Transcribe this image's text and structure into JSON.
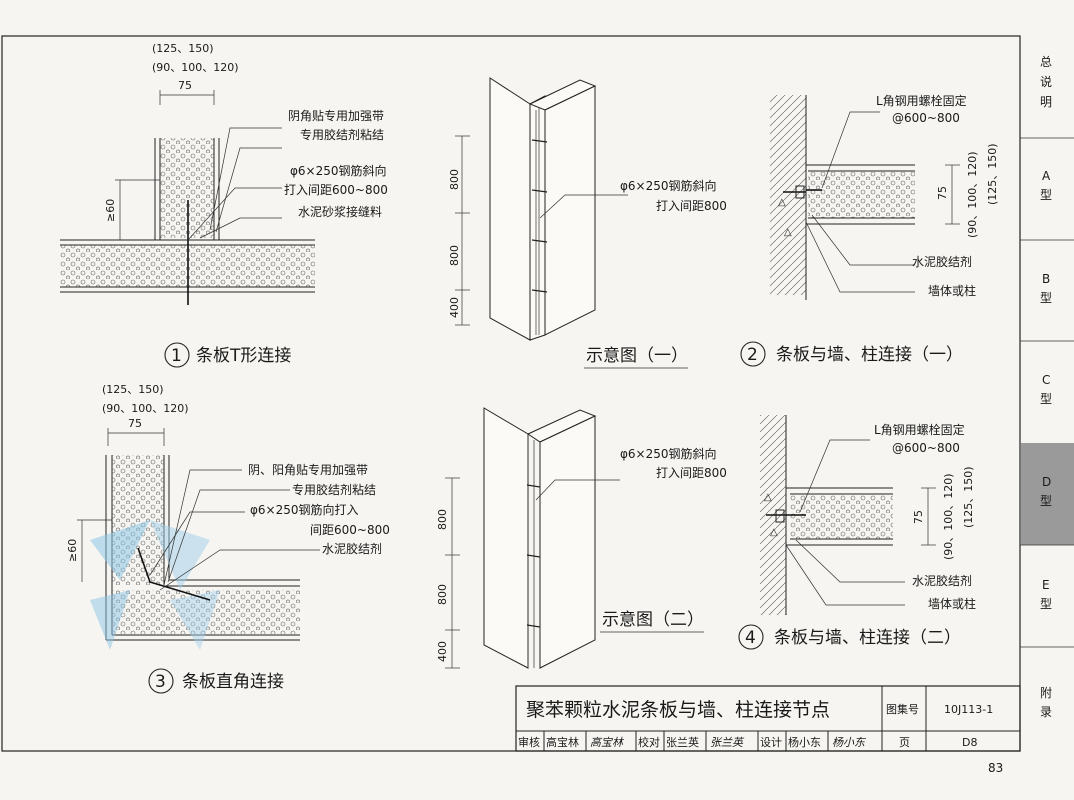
{
  "header_dims_top": {
    "d1": "(125、150)",
    "d2": "(90、100、120)",
    "d3": "75"
  },
  "detail1": {
    "num": "1",
    "caption": "条板T形连接",
    "n1": "阴角贴专用加强带",
    "n2": "专用胶结剂粘结",
    "n3": "φ6×250钢筋斜向",
    "n4": "打入间距600~800",
    "n5": "水泥砂浆接缝料",
    "dim_v": "≥60"
  },
  "detail3": {
    "num": "3",
    "caption": "条板直角连接",
    "d1": "(125、150)",
    "d2": "(90、100、120)",
    "d3": "75",
    "n1": "阴、阳角贴专用加强带",
    "n2": "专用胶结剂粘结",
    "n3": "φ6×250钢筋向打入",
    "n4": "间距600~800",
    "n5": "水泥胶结剂",
    "dim_v": "≥60"
  },
  "schematic1": {
    "caption": "示意图（一）",
    "n1": "φ6×250钢筋斜向",
    "n2": "打入间距800",
    "dims": [
      "800",
      "800",
      "400"
    ]
  },
  "schematic2": {
    "caption": "示意图（二）",
    "n1": "φ6×250钢筋斜向",
    "n2": "打入间距800",
    "dims": [
      "800",
      "800",
      "400"
    ]
  },
  "detail2": {
    "num": "2",
    "caption": "条板与墙、柱连接（一）",
    "n1": "L角钢用螺栓固定",
    "n2": "@600~800",
    "n3": "水泥胶结剂",
    "n4": "墙体或柱",
    "dim75": "75",
    "dimA": "(90、100、120)",
    "dimB": "(125、150)"
  },
  "detail4": {
    "num": "4",
    "caption": "条板与墙、柱连接（二）",
    "n1": "L角钢用螺栓固定",
    "n2": "@600~800",
    "n3": "水泥胶结剂",
    "n4": "墙体或柱",
    "dim75": "75",
    "dimA": "(90、100、120)",
    "dimB": "(125、150)"
  },
  "side_tabs": [
    {
      "label": "总\n说\n明"
    },
    {
      "label": "A\n型"
    },
    {
      "label": "B\n型"
    },
    {
      "label": "C\n型"
    },
    {
      "label": "D\n型"
    },
    {
      "label": "E\n型"
    },
    {
      "label": "附\n录"
    }
  ],
  "title_block": {
    "title": "聚苯颗粒水泥条板与墙、柱连接节点",
    "atlas_label": "图集号",
    "atlas_no": "10J113-1",
    "review_label": "审核",
    "reviewer": "高宝林",
    "reviewer_sig": "高宝林",
    "check_label": "校对",
    "checker": "张兰英",
    "checker_sig": "张兰英",
    "design_label": "设计",
    "designer": "杨小东",
    "designer_sig": "杨小东",
    "page_label": "页",
    "page_no": "D8"
  },
  "page_number": "83",
  "colors": {
    "active_tab": "#9a9a9a",
    "ink": "#1a1a1a",
    "paper": "#f6f5f1"
  }
}
